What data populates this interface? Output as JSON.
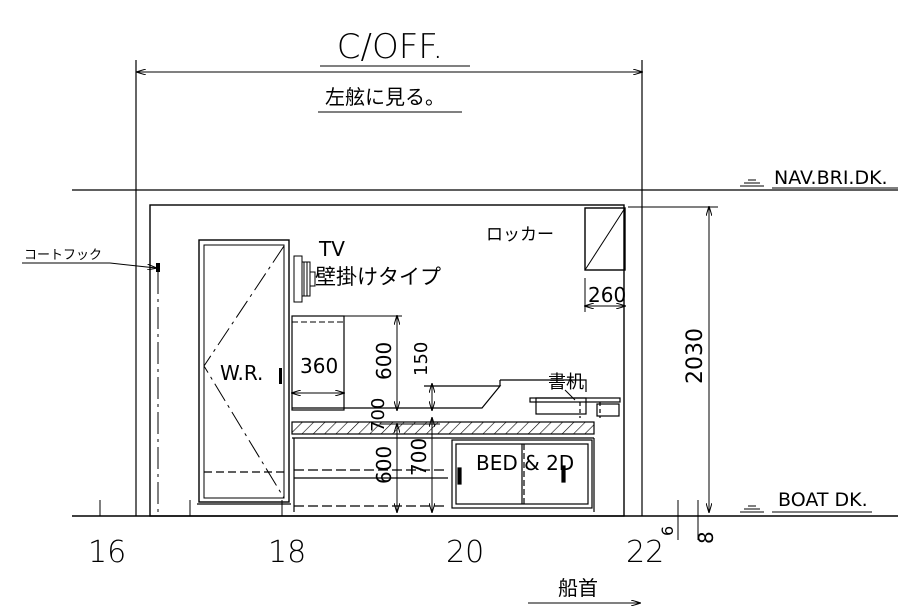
{
  "title": "C/OFF.",
  "view_note": "左舷に見る。",
  "levels": {
    "upper": "NAV.BRI.DK.",
    "lower": "BOAT DK."
  },
  "frames": [
    "16",
    "18",
    "20",
    "22"
  ],
  "bow_label": "船首",
  "labels": {
    "coat_hook": "コートフック",
    "tv": "TV",
    "tv_type": "壁掛けタイプ",
    "locker": "ロッカー",
    "wardrobe": "W.R.",
    "desk": "書机",
    "bed": "BED & 2D"
  },
  "dimensions": {
    "ceiling_height": "2030",
    "locker_depth": "260",
    "shelf_width": "360",
    "shelf_height": "600",
    "shelf_gap": "150",
    "desk_to_bed": "700",
    "bed_to_floor_1": "600",
    "bed_to_floor_2": "700",
    "deck_a": "6",
    "deck_b": "8"
  }
}
